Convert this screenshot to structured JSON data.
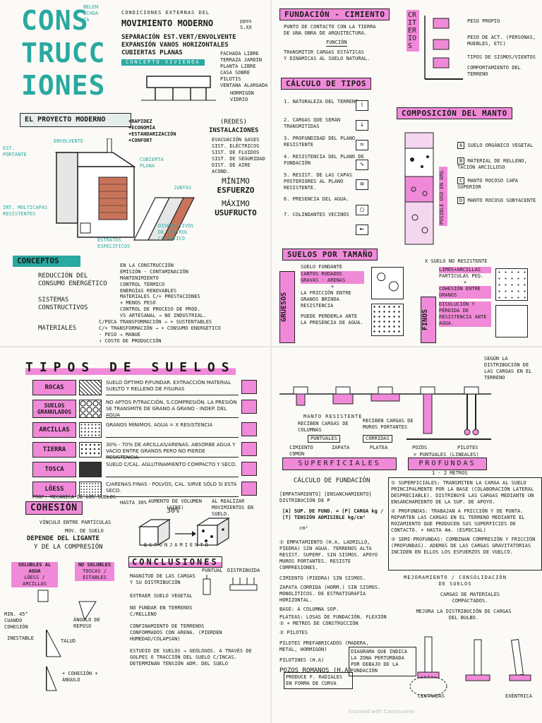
{
  "q1": {
    "title_lines": [
      "CONS",
      "TRUCC",
      "IONES"
    ],
    "author_lines": [
      "BELEN",
      "OCHOA",
      "IA"
    ],
    "cond_title": "CONDICIONES EXTERNAS DEL",
    "movement": "MOVIMIENTO MODERNO",
    "movement_note": "ppos S.XX",
    "items": [
      "SEPARACIÓN EST.VERT/ENVOLVENTE",
      "EXPANSIÓN VANOS HORIZONTALES",
      "CUBIERTAS PLANAS"
    ],
    "concept_label": "CONCEPTO VIVIENDA",
    "corbu_list": [
      "FACHADA LIBRE",
      "TERRAZA JARDÍN",
      "PLANTA LIBRE",
      "CASA SOBRE PILOTIS",
      "VENTANA ALARGADA"
    ],
    "materials": [
      "HORMIGÓN",
      "VIDRIO"
    ],
    "project_header": "EL PROYECTO MODERNO",
    "plus_list": [
      "+RAPIDEZ",
      "+ECONOMÍA",
      "+ESTANDARIZACIÓN",
      "+CONFORT"
    ],
    "redes_title": "(REDES)",
    "instalaciones": "INSTALACIONES",
    "inst_list": [
      "EVACUACIÓN GASES",
      "SIST. ELÉCTRICOS",
      "SIST. DE FLUIDOS",
      "SIST. DE SEGURIDAD",
      "DIST. DE AIRE ACOND."
    ],
    "minimo": "MÍNIMO",
    "esfuerzo": "ESFUERZO",
    "maximo": "MÁXIMO",
    "usufructo": "USUFRUCTO",
    "sketch_labels": [
      "ENVOLVENTE",
      "EST. PORTANTE",
      "CUBIERTA PLANA",
      "JUNTAS",
      "INT. MULTICAPAS RESISTENTES",
      "DISPOSITIVOS DE CONTROL CLIMÁTICO",
      "ESTRATOS ESPECÍFICOS"
    ],
    "conceptos_header": "CONCEPTOS",
    "concepts": [
      {
        "label": "REDUCCIÓN DEL CONSUMO ENERGÉTICO",
        "details": [
          "EN LA CONSTRUCCIÓN",
          "EMISIÓN - CONTAMINACIÓN",
          "MANTENIMIENTO",
          "CONTROL TÉRMICO",
          "ENERGÍAS RENOVABLES"
        ]
      },
      {
        "label": "SISTEMAS CONSTRUCTIVOS",
        "details": [
          "MATERIALES C/+ PRESTACIONES",
          "+ MENOS PESO",
          "CONTROL DE PROCESO DE PROD.",
          "VS ARTESANAL → NO INDUSTRIAL."
        ]
      },
      {
        "label": "MATERIALES",
        "details": [
          "C/POCA TRANSFORMACIÓN → + SUSTENTABLES",
          "C/+ TRANSFORMACIÓN → + CONSUMO ENERGÉTICO",
          "- PESO → MANUE",
          "↑ COSTO DE PRODUCCIÓN"
        ]
      }
    ]
  },
  "q2": {
    "fundacion_header": "FUNDACIÓN - CIMIENTO",
    "fund_def": [
      "PUNTO DE CONTACTO CON LA TIERRA",
      "DE UNA OBRA DE ARQUITECTURA."
    ],
    "funcion": "FUNCIÓN",
    "transmitir": [
      "TRANSMITIR CARGAS ESTÁTICAS",
      "Y DINÁMICAS AL SUELO NATURAL."
    ],
    "criterios": "CRITERIOS",
    "peso_items": [
      "PESO PROPIO",
      "PESO DE ACT. (PERSONAS, MUEBLES, ETC)",
      "TIPOS DE SISMOS/VIENTOS",
      "COMPORTAMIENTO DEL TERRENO"
    ],
    "calculo_header": "CÁLCULO DE TIPOS",
    "calc_items": [
      "1. NATURALEZA DEL TERRENO",
      "2. CARGAS QUE SERÁN TRANSMITIDAS",
      "3. PROFUNDIDAD DEL PLANO RESISTENTE",
      "4. RESISTENCIA DEL PLANO DE FUNDACIÓN",
      "5. RESIST. DE LAS CAPAS POSTERIORES AL PLANO RESISTENTE.",
      "6. PRESENCIA DEL AGUA.",
      "7. COLINDANTES VECINOS"
    ],
    "composicion_header": "COMPOSICIÓN DEL MANTO",
    "layers": [
      {
        "k": "A",
        "t": "SUELO ORGÁNICO VEGETAL"
      },
      {
        "k": "B",
        "t": "MATERIAL DE RELLENO, TACIÓN ARCILLOSO"
      },
      {
        "k": "C",
        "t": "MANTO ROCOSO CAPA SUPERIOR"
      },
      {
        "k": "D",
        "t": "MANTO ROCOSO SUBYACENTE"
      }
    ],
    "posible_arq": "POSIBLE USO EN ARQ.",
    "suelos_header": "SUELOS POR TAMAÑO",
    "gruesos": "GRUESOS",
    "finos": "FINOS",
    "gruesos_text": [
      "CANTOS RODADOS",
      "GRAVAS - ARENAS",
      "+",
      "LA FRICCIÓN ENTRE GRANOS BRINDA RESISTENCIA",
      "PUEDE PERDERLA ANTE LA PRESENCIA DE AGUA."
    ],
    "finos_text": [
      "LIMOS+ARCILLAS",
      "PARTÍCULAS PEQ.",
      "+",
      "COHESIÓN ENTRE GRANOS",
      "DISOLUCIÓN Y PÉRDIDA DE RESISTENCIA ANTE AGUA."
    ],
    "no_resistente": "X SUELO NO RESISTENTE",
    "suelo_fund": "SUELO FUNDANTE"
  },
  "q3": {
    "tipos_header": "TIPOS DE SUELOS",
    "soil_types": [
      {
        "name": "ROCAS",
        "desc": "SUELO ÓPTIMO P/FUNDAR. EXTRACCIÓN MATERIAL SUELTO Y RELLENO DE FISURAS"
      },
      {
        "name": "SUELOS GRANULADOS",
        "desc": "NO APTOS P/TRACCIÓN. S.COMPRESIÓN. LA PRESIÓN SE TRANSMITE DE GRANO A GRANO - INDEP. DEL AGUA"
      },
      {
        "name": "ARCILLAS",
        "desc": "GRANOS MÍNIMOS. AGUA = X RESISTENCIA"
      },
      {
        "name": "TIERRA",
        "desc": "30% - 70% DE ARCILLAS/ARENAS. ABSORBE AGUA Y VACÍO ENTRE GRANOS PERO NO PIERDE RESISTENCIA."
      },
      {
        "name": "TOSCA",
        "desc": "SUELO C/CAL. AGLUTINAMIENTO COMPACTO Y SECO."
      },
      {
        "name": "LÖESS",
        "desc": "C/ARENAS FINAS - POLVOS, CAL. SIRVE SÓLO SI ESTÁ SECO."
      }
    ],
    "prof_note": "PROF. MECÁNICA DE LOS SUELOS",
    "cohesion_header": "COHESIÓN",
    "hasta": "HASTA 30%",
    "cohesion_def": [
      "VÍNCULO ENTRE PARTÍCULAS",
      "DEPENDE DEL LIGANTE",
      "Y DE LA COMPRESIÓN"
    ],
    "mov_suelo": "MOV. DE SUELO",
    "aumento": "AUMENTO DE VOLUMEN (AIRE)",
    "percent": "30%",
    "al_realizar": "AL REALIZAR MOVIMIENTOS EN SUELO.",
    "esponjamiento": "ESPONJAMIENTO",
    "solubles": "SOLUBLES AL AGUA",
    "no_solubles": "NO SOLUBLES",
    "solubles_sub": "LÖESS / ARCILLAS",
    "no_solubles_sub": "TOSCAS / ESTABLES",
    "conclusiones_header": "CONCLUSIONES",
    "puntual": "PUNTUAL",
    "distribuida": "DISTRIBUIDA",
    "conclusions": [
      "MAGNITUD DE LAS CARGAS Y SU DISTRIBUCIÓN",
      "EXTRAER SUELO VEGETAL",
      "NO FUNDAR EN TERRENOS C/RELLENO",
      "CONFINAMIENTO DE TERRENOS CONFORMADOS CON ARENA. (PIERDEN HUMEDAD/COLAPSAN)",
      "ESTUDIO DE SUELOS → GEÓLOGOS. A TRAVÉS DE GOLPES O TRACCIÓN DEL SUELO C/INCAS. DETERMINAN TENSIÓN ADM. DEL SUELO"
    ],
    "angulo": [
      "MIN. 45° CUANDO COHESIÓN",
      "INESTABLE",
      "ÁNGULO DE REPOSO",
      "TALUD",
      "+ COHESIÓN + ÁNGULO"
    ]
  },
  "q4": {
    "segun": "SEGÚN LA DISTRIBUCIÓN DE LAS CARGAS EN EL TERRENO",
    "manto": "MANTO RESISTENTE",
    "small_labels": [
      "RECIBEN CARGAS DE COLUMNAS",
      "RECIBEN CARGAS DE MUROS PORTANTES"
    ],
    "types": [
      "PUNTUALES",
      "CORRIDAS",
      "CIMIENTO COMÚN",
      "ZAPATA",
      "PLATEA",
      "POZOS",
      "PILOTES",
      "= PUNTUALES (LINEALES)"
    ],
    "superficiales": "SUPERFICIALES",
    "profundas": "PROFUNDAS",
    "metros": "1 - 2 METROS",
    "calc_title": "CÁLCULO DE FUNDACIÓN",
    "calc_note": "[EMPATAMIENTO] [ENSANCHAMIENTO] DISTRIBUCIÓN DE P",
    "formula": "[A] SUP. DE FUND. = [P] CARGA kg / [T] TENSIÓN ADMISIBLE kg/cm²",
    "units": "cm²",
    "descriptions": [
      "① SUPERFICIALES: TRANSMITEN LA CARGA AL SUELO PRINCIPALMENTE POR LA BASE (COLABORACIÓN LATERAL DESPRECIABLE). DISTRIBUYE LAS CARGAS MEDIANTE UN ENSANCHAMIENTO DE LA SUP. DE APOYO.",
      "② PROFUNDAS: TRABAJAN A FRICCIÓN Y DE PUNTA. REPARTEN LAS CARGAS EN EL TERRENO MEDIANTE EL ROZAMIENTO QUE PRODUCEN SUS SUPERFICIES DE CONTACTO. + HASTA 4m. (ESPECIAL)",
      "③ SEMI-PROFUNDAS: COMBINAN COMPRESIÓN Y FRICCIÓN (PROFUNDAS). ADEMÁS DE LAS CARGAS GRAVITATORIAS INCIDEN EN ELLOS LOS ESFUERZOS DE VUELCO."
    ],
    "left_list": [
      "① EMPATAMIENTO (H.A, LADRILLO, PIEDRA) SIN AGUA. TERRENOS ALTA RESIST. SUPERF. SIN SISMOS. APOYO MUROS PORTANTES. RESISTE COMPRESIONES.",
      "CIMIENTO (PIEDRA) SIN SISMOS.",
      "ZAPATA CORRIDA (HORM.) SIN SISMOS. MONOLÍTICOS. DE ESTRATIGRAFÍA HORIZONTAL.",
      "BASE: A COLUMNA SOP.",
      "PLATEAS: LOSAS DE FUNDACIÓN. FLEXIÓN ② + METROS DE CONSTRUCCIÓN",
      "② PILOTES",
      "PILOTES PREFABRICADOS (MADERA, METAL, HORMIGÓN)",
      "PILOTINES (H.A)",
      "POZOS ROMANOS (H.A)"
    ],
    "mejora_header": "MEJORAMIENTO / CONSOLIDACIÓN DE SUELOS",
    "mejora_text": [
      "CARGAS DE MATERIALES COMPACTADOS.",
      "MEJORA LA DISTRIBUCIÓN DE CARGAS DEL BULBO."
    ],
    "diagram_note": "DIAGRAMA QUE INDICA LA ZONA PERTURBADA POR DEBAJO DE LA FUNDACIÓN",
    "produce": "PRODUCE F. RADIALES EN FORMA DE CURVA",
    "centrados": "CENTRADAS",
    "excentrica": "EXÉNTRICA",
    "scanner": "Scanned with CamScanner"
  },
  "colors": {
    "pink": "#f08ad8",
    "teal": "#2aa9a0",
    "ink": "#1a1a1a",
    "paper": "#fbfaf7"
  }
}
